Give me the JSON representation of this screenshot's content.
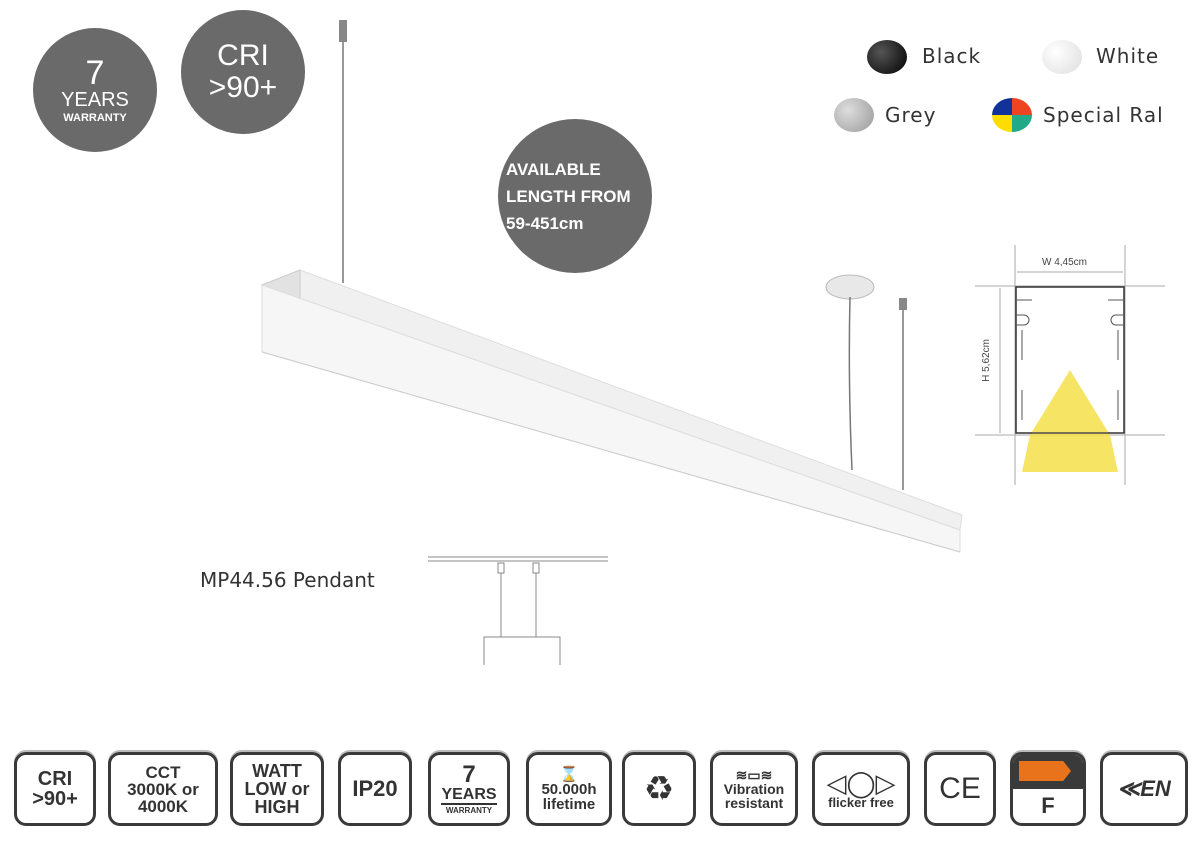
{
  "badges": {
    "warranty_num": "7",
    "warranty_years": "YEARS",
    "warranty_label": "WARRANTY",
    "cri": "CRI",
    ">90": ">90+",
    "length": [
      "AVAILABLE",
      "LENGTH FROM",
      "59-451cm"
    ]
  },
  "colors": [
    {
      "name": "Black",
      "hex": "#1a1a1a"
    },
    {
      "name": "White",
      "hex": "#eeeeee"
    },
    {
      "name": "Grey",
      "hex": "#b0b0b0"
    },
    {
      "name": "Special Ral",
      "hex": "multicolor"
    }
  ],
  "dimensions": {
    "width": "W 4,45cm",
    "height": "H 5,62cm"
  },
  "product_name": "MP44.56 Pendant",
  "icons": {
    "cri": [
      "CRI",
      ">90+"
    ],
    "cct": [
      "CCT",
      "3000K or",
      "4000K"
    ],
    "watt": [
      "WATT",
      "LOW or",
      "HIGH"
    ],
    "ip": "IP20",
    "warranty": [
      "7",
      "YEARS",
      "WARRANTY"
    ],
    "lifetime": [
      "50.000h",
      "lifetime"
    ],
    "vibration": [
      "Vibration",
      "resistant"
    ],
    "flicker": "flicker free",
    "ce": "CE",
    "energy": "F"
  },
  "accent": {
    "badge_grey": "#6b6a6a",
    "energy_orange": "#e8731a",
    "light_yellow": "#f5e04a"
  }
}
